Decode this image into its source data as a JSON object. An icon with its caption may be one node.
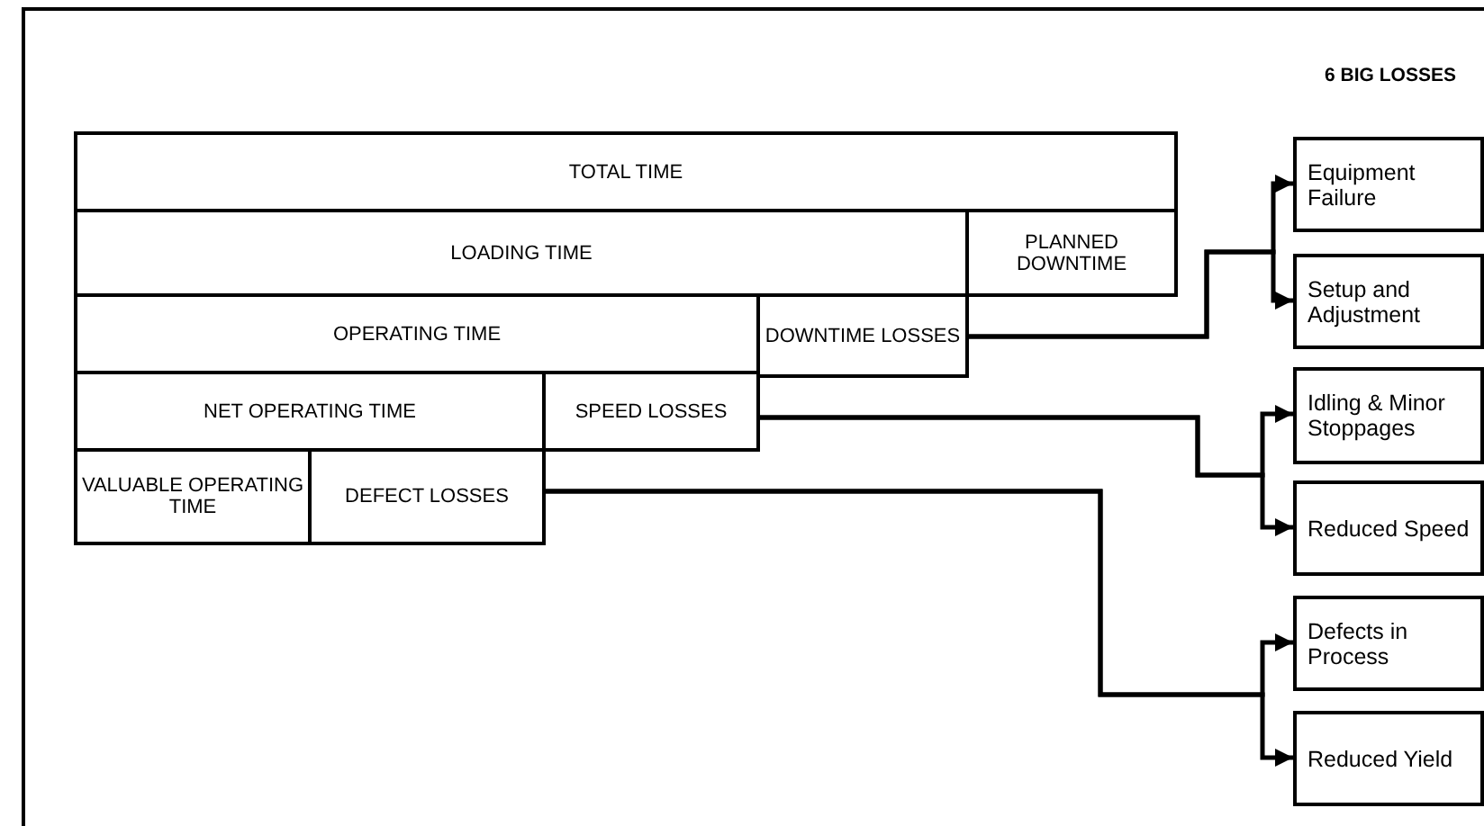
{
  "diagram": {
    "title": "6 BIG LOSSES",
    "nodes": [
      {
        "text": [
          "TOTAL TIME"
        ]
      },
      {
        "text": [
          "LOADING TIME"
        ]
      },
      {
        "text": [
          "PLANNED DOWNTIME"
        ]
      },
      {
        "text": [
          "OPERATING TIME"
        ]
      },
      {
        "text": [
          "DOWNTIME LOSSES"
        ]
      },
      {
        "text": [
          "NET OPERATING TIME"
        ]
      },
      {
        "text": [
          "SPEED LOSSES"
        ]
      },
      {
        "text": [
          "VALUABLE OPERATING TIME"
        ]
      },
      {
        "text": [
          "DEFECT LOSSES"
        ]
      },
      {
        "text": [
          "Equipment Failure"
        ]
      },
      {
        "text": [
          "Setup and Adjustment"
        ]
      },
      {
        "text": [
          "Idling & Minor Stoppages"
        ]
      },
      {
        "text": [
          "Reduced Speed"
        ]
      },
      {
        "text": [
          "Defects in Process"
        ]
      },
      {
        "text": [
          "Reduced Yield"
        ]
      }
    ],
    "edges": [
      {
        "from": 4,
        "to": 9,
        "arrow": "to"
      },
      {
        "from": 4,
        "to": 10,
        "arrow": "to"
      },
      {
        "from": 6,
        "to": 11,
        "arrow": "to"
      },
      {
        "from": 6,
        "to": 12,
        "arrow": "to"
      },
      {
        "from": 8,
        "to": 13,
        "arrow": "to"
      },
      {
        "from": 8,
        "to": 14,
        "arrow": "to"
      }
    ]
  }
}
